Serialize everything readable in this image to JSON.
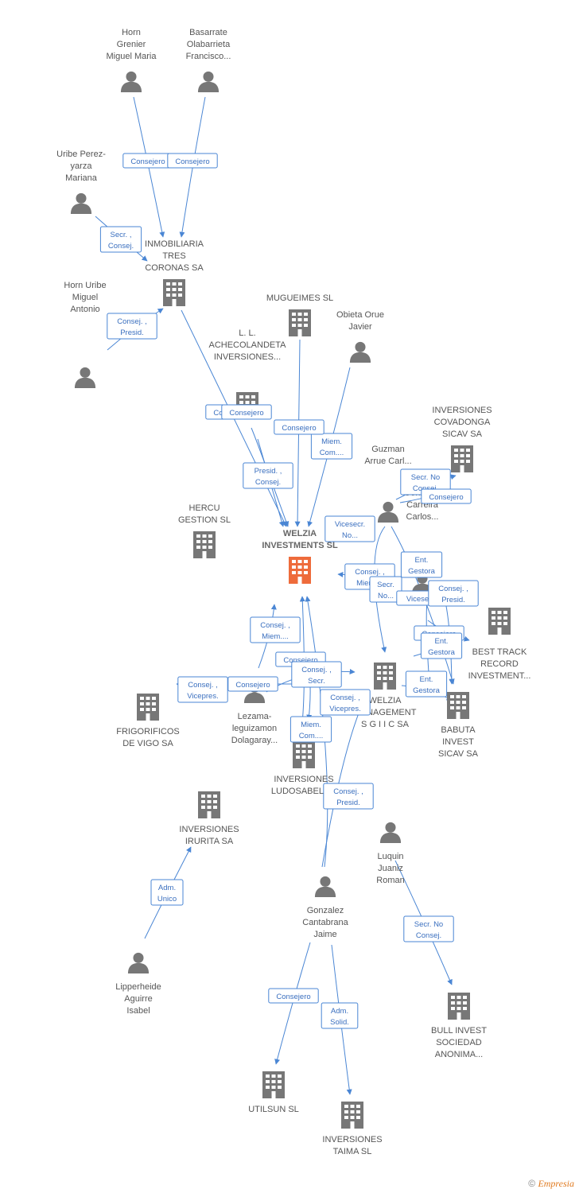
{
  "colors": {
    "edge": "#4a86d4",
    "node": "#777777",
    "main_node": "#ee6b3b",
    "label_text": "#3a6fbf"
  },
  "nodes": [
    {
      "id": "n1",
      "kind": "person",
      "lines": [
        "Horn",
        "Grenier",
        "Miguel Maria"
      ]
    },
    {
      "id": "n2",
      "kind": "person",
      "lines": [
        "Basarrate",
        "Olabarrieta",
        "Francisco..."
      ]
    },
    {
      "id": "n3",
      "kind": "person",
      "lines": [
        "Uribe Perez-",
        "yarza",
        "Mariana"
      ]
    },
    {
      "id": "n4",
      "kind": "company",
      "lines": [
        "INMOBILIARIA",
        "TRES",
        "CORONAS SA"
      ]
    },
    {
      "id": "n5",
      "kind": "person",
      "lines": [
        "Horn Uribe",
        "Miguel",
        "Antonio"
      ]
    },
    {
      "id": "n6",
      "kind": "company",
      "lines": [
        "MUGUEIMES SL"
      ]
    },
    {
      "id": "n7",
      "kind": "person",
      "lines": [
        "Obieta Orue",
        "Javier"
      ]
    },
    {
      "id": "n8",
      "kind": "company",
      "lines": [
        "L. L.",
        "ACHECOLANDETA",
        "INVERSIONES..."
      ]
    },
    {
      "id": "n9",
      "kind": "company",
      "lines": [
        "INVERSIONES",
        "COVADONGA",
        "SICAV SA"
      ]
    },
    {
      "id": "n10",
      "kind": "person",
      "lines": [
        "Guzman",
        "Arrue Carl..."
      ]
    },
    {
      "id": "n11",
      "kind": "person",
      "lines": [
        "Gonzalez",
        "Carreira",
        "Carlos..."
      ]
    },
    {
      "id": "n12",
      "kind": "company",
      "lines": [
        "HERCU",
        "GESTION SL"
      ]
    },
    {
      "id": "n13",
      "kind": "company",
      "main": true,
      "lines": [
        "WELZIA",
        "INVESTMENTS SL"
      ]
    },
    {
      "id": "n14",
      "kind": "company",
      "lines": [
        "BEST TRACK",
        "RECORD",
        "INVESTMENT..."
      ]
    },
    {
      "id": "n15",
      "kind": "company",
      "lines": [
        "WELZIA",
        "MANAGEMENT",
        "S G I I C SA"
      ]
    },
    {
      "id": "n16",
      "kind": "company",
      "lines": [
        "BABUTA",
        "INVEST",
        "SICAV SA"
      ]
    },
    {
      "id": "n17",
      "kind": "company",
      "lines": [
        "FRIGORIFICOS",
        "DE VIGO SA"
      ]
    },
    {
      "id": "n18",
      "kind": "person",
      "lines": [
        "Lezama-",
        "leguizamon",
        "Dolagaray..."
      ]
    },
    {
      "id": "n19",
      "kind": "company",
      "lines": [
        "INVERSIONES",
        "LUDOSABEL SL"
      ]
    },
    {
      "id": "n20",
      "kind": "company",
      "lines": [
        "INVERSIONES",
        "IRURITA SA"
      ]
    },
    {
      "id": "n21",
      "kind": "person",
      "lines": [
        "Luquin",
        "Juaniz",
        "Roman"
      ]
    },
    {
      "id": "n22",
      "kind": "person",
      "lines": [
        "Gonzalez",
        "Cantabrana",
        "Jaime"
      ]
    },
    {
      "id": "n23",
      "kind": "person",
      "lines": [
        "Lipperheide",
        "Aguirre",
        "Isabel"
      ]
    },
    {
      "id": "n24",
      "kind": "company",
      "lines": [
        "BULL INVEST",
        "SOCIEDAD",
        "ANONIMA..."
      ]
    },
    {
      "id": "n25",
      "kind": "company",
      "lines": [
        "UTILSUN SL"
      ]
    },
    {
      "id": "n26",
      "kind": "company",
      "lines": [
        "INVERSIONES",
        "TAIMA SL"
      ]
    }
  ],
  "edge_labels": [
    {
      "id": "e1",
      "lines": [
        "Consejero"
      ]
    },
    {
      "id": "e2",
      "lines": [
        "Consejero"
      ]
    },
    {
      "id": "e3",
      "lines": [
        "Secr. ,",
        "Consej."
      ]
    },
    {
      "id": "e4",
      "lines": [
        "Consej. ,",
        "Presid."
      ]
    },
    {
      "id": "e5",
      "lines": [
        "Consejero"
      ]
    },
    {
      "id": "e6",
      "lines": [
        "Consejero"
      ]
    },
    {
      "id": "e7",
      "lines": [
        "Miem.",
        "Com...."
      ]
    },
    {
      "id": "e8",
      "lines": [
        "Presid. ,",
        "Consej."
      ]
    },
    {
      "id": "e9",
      "lines": [
        "Secr.  No",
        "Consej."
      ]
    },
    {
      "id": "e10",
      "lines": [
        "Consejero"
      ]
    },
    {
      "id": "e11",
      "lines": [
        "Vicesecr.",
        "No..."
      ]
    },
    {
      "id": "e12",
      "lines": [
        "Consejero"
      ]
    },
    {
      "id": "e13",
      "lines": [
        "Ent.",
        "Gestora"
      ]
    },
    {
      "id": "e14",
      "lines": [
        "Consej. ,",
        "Miem...."
      ]
    },
    {
      "id": "e15",
      "lines": [
        "Secr.",
        "No..."
      ]
    },
    {
      "id": "e16",
      "lines": [
        "Vicesecr."
      ]
    },
    {
      "id": "e17",
      "lines": [
        "Consej. ,",
        "Presid."
      ]
    },
    {
      "id": "e18",
      "lines": [
        "Consej. ,",
        "Miem...."
      ]
    },
    {
      "id": "e19",
      "lines": [
        "Consejero"
      ]
    },
    {
      "id": "e20",
      "lines": [
        "Ent.",
        "Gestora"
      ]
    },
    {
      "id": "e21",
      "lines": [
        "Consejero"
      ]
    },
    {
      "id": "e22",
      "lines": [
        "Consej. ,",
        "Secr."
      ]
    },
    {
      "id": "e23",
      "lines": [
        "Consej. ,",
        "Vicepres."
      ]
    },
    {
      "id": "e24",
      "lines": [
        "Consejero"
      ]
    },
    {
      "id": "e25",
      "lines": [
        "Ent.",
        "Gestora"
      ]
    },
    {
      "id": "e26",
      "lines": [
        "Consej. ,",
        "Vicepres."
      ]
    },
    {
      "id": "e27",
      "lines": [
        "Miem.",
        "Com...."
      ]
    },
    {
      "id": "e28",
      "lines": [
        "Consej. ,",
        "Presid."
      ]
    },
    {
      "id": "e29",
      "lines": [
        "Adm.",
        "Unico"
      ]
    },
    {
      "id": "e30",
      "lines": [
        "Secr.  No",
        "Consej."
      ]
    },
    {
      "id": "e31",
      "lines": [
        "Consejero"
      ]
    },
    {
      "id": "e32",
      "lines": [
        "Adm.",
        "Solid."
      ]
    }
  ],
  "footer": {
    "copyright": "©",
    "brand": "Empresia"
  }
}
